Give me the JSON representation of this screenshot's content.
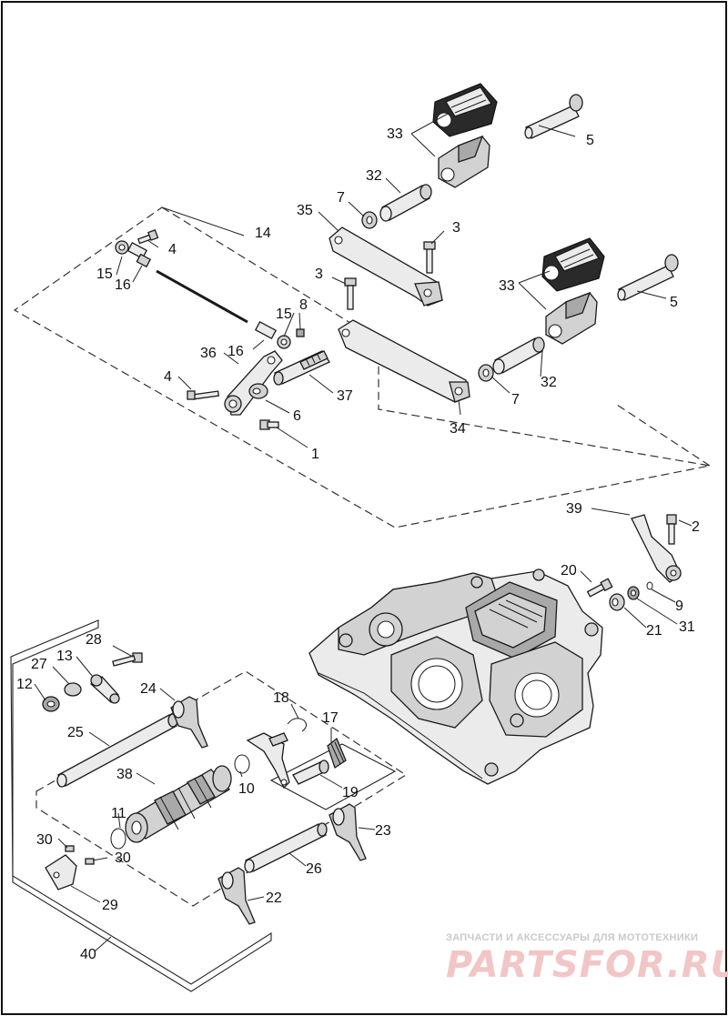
{
  "callouts": {
    "c1": "1",
    "c2": "2",
    "c3a": "3",
    "c3b": "3",
    "c4a": "4",
    "c4b": "4",
    "c5a": "5",
    "c5b": "5",
    "c6": "6",
    "c7a": "7",
    "c7b": "7",
    "c8": "8",
    "c9": "9",
    "c10": "10",
    "c11": "11",
    "c12": "12",
    "c13": "13",
    "c14": "14",
    "c15a": "15",
    "c15b": "15",
    "c16a": "16",
    "c16b": "16",
    "c17": "17",
    "c18": "18",
    "c19": "19",
    "c20": "20",
    "c21": "21",
    "c22": "22",
    "c23": "23",
    "c24": "24",
    "c25": "25",
    "c26": "26",
    "c27": "27",
    "c28": "28",
    "c29": "29",
    "c30a": "30",
    "c30b": "30",
    "c31": "31",
    "c32a": "32",
    "c32b": "32",
    "c33a": "33",
    "c33b": "33",
    "c34": "34",
    "c35": "35",
    "c36": "36",
    "c37": "37",
    "c38": "38",
    "c39": "39",
    "c40": "40"
  },
  "watermark": {
    "tagline": "ЗАПЧАСТИ И АКСЕССУАРЫ ДЛЯ МОТОТЕХНИКИ",
    "brand": "PARTSFOR.RU"
  }
}
